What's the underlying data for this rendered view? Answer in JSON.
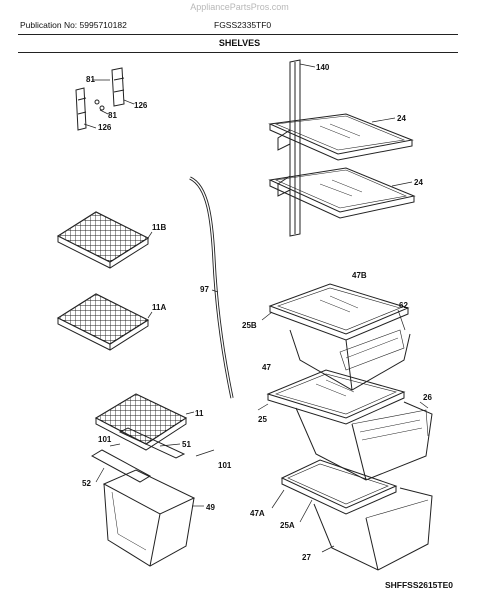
{
  "watermark": "AppliancePartsPros.com",
  "header": {
    "publication": "Publication No: 5995710182",
    "model": "FGSS2335TF0",
    "section": "SHELVES"
  },
  "callouts": {
    "c140": "140",
    "c24a": "24",
    "c24b": "24",
    "c81a": "81",
    "c126a": "126",
    "c81b": "81",
    "c126b": "126",
    "c11b": "11B",
    "c97": "97",
    "c11a": "11A",
    "c47b": "47B",
    "c62": "62",
    "c25b": "25B",
    "c47": "47",
    "c26": "26",
    "c25": "25",
    "c11": "11",
    "c101a": "101",
    "c51": "51",
    "c101b": "101",
    "c52": "52",
    "c49": "49",
    "c47a": "47A",
    "c25a": "25A",
    "c27": "27"
  },
  "footer": "SHFFSS2615TE0"
}
